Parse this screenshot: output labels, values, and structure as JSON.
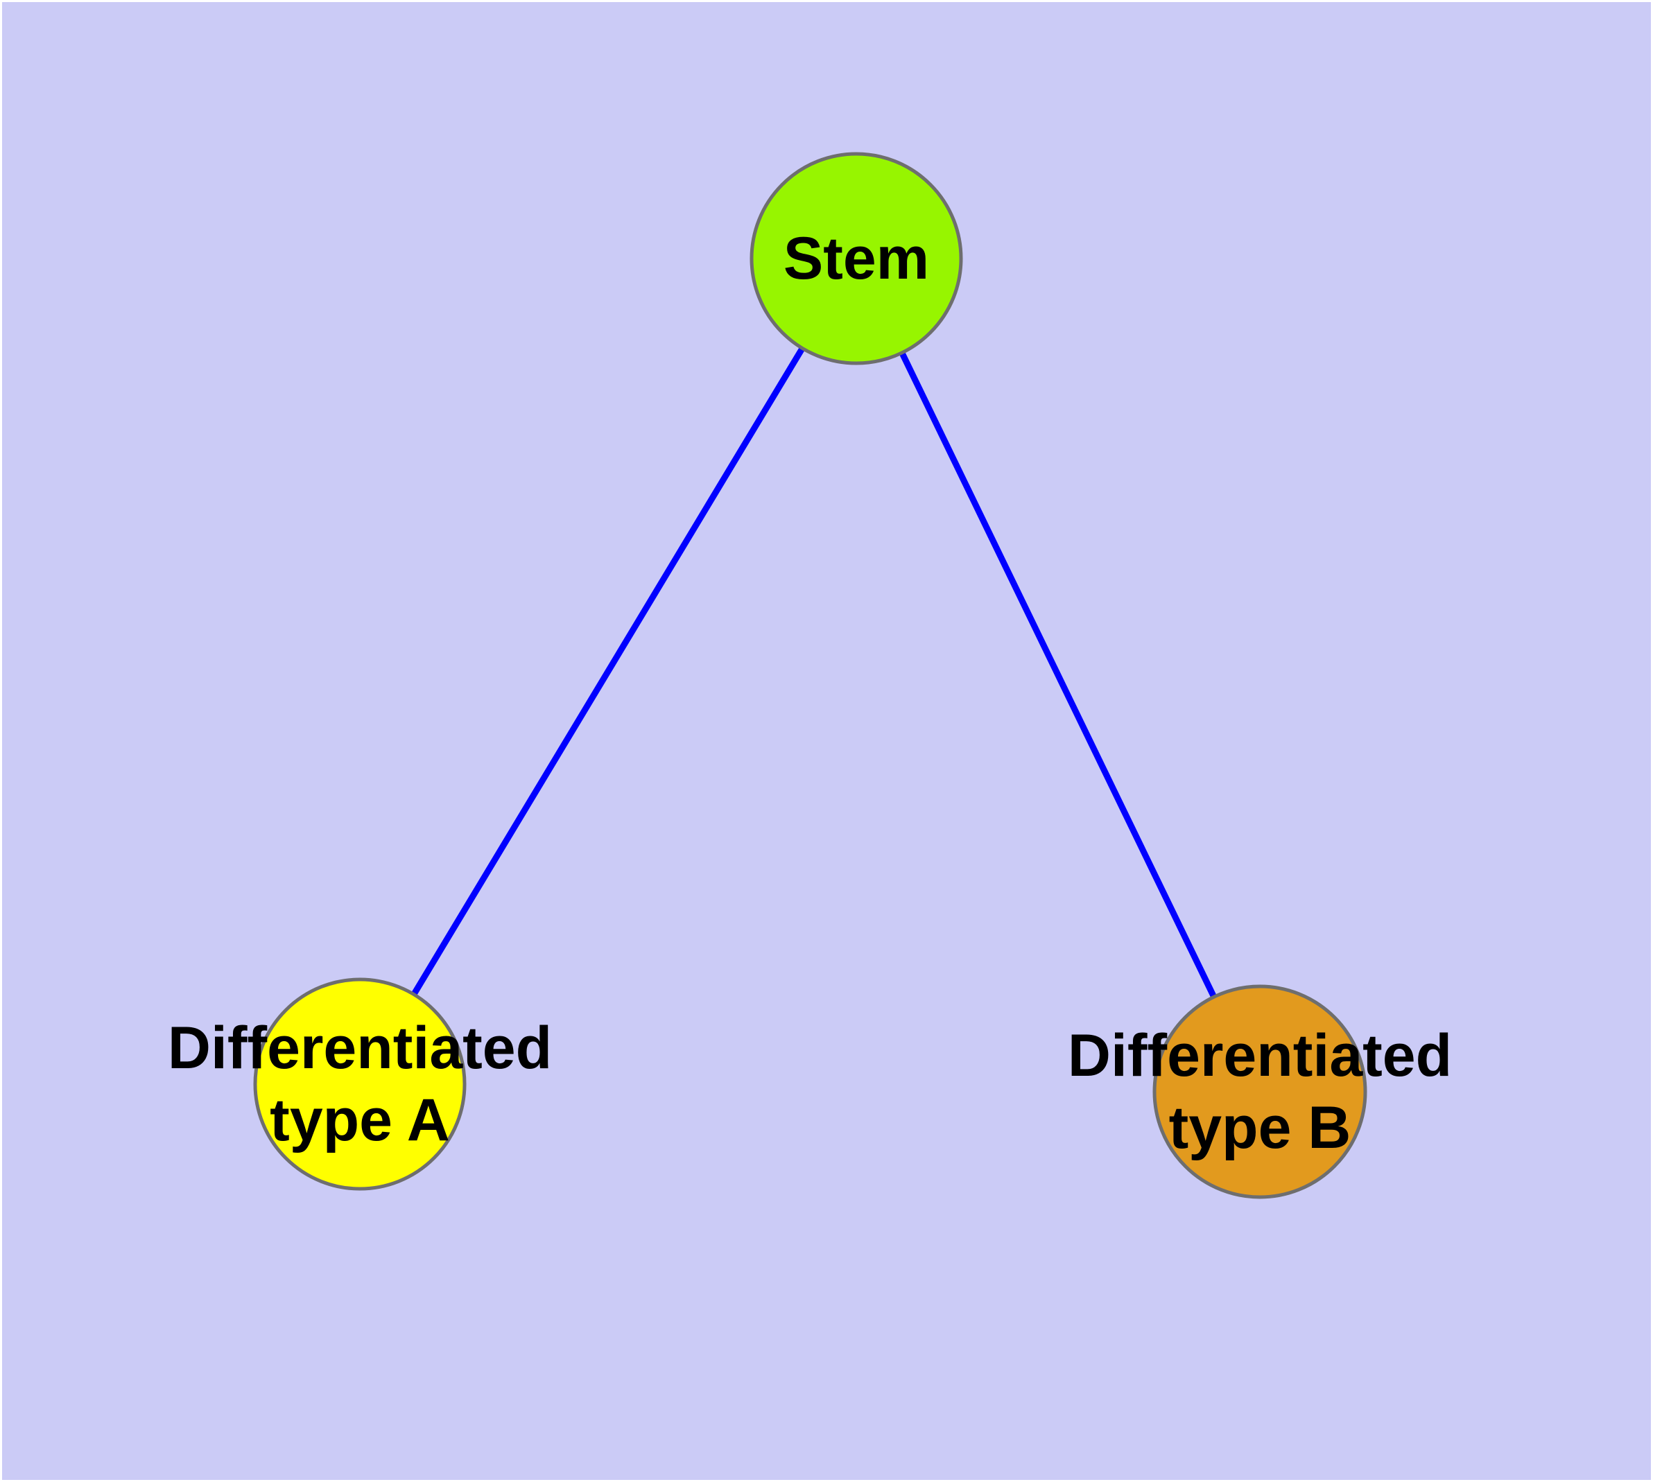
{
  "diagram": {
    "title": "",
    "background_color": "#cbcbf6",
    "frame_color": "#ffffff",
    "edge_color": "#0000ff",
    "node_border_color": "#6e6e6e",
    "label_color": "#000000",
    "nodes": [
      {
        "id": "stem",
        "label": "Stem",
        "lines": [
          "Stem"
        ],
        "fill": "#97f500"
      },
      {
        "id": "differentiated-type-a",
        "label": "Differentiated type A",
        "lines": [
          "Differentiated",
          "type A"
        ],
        "fill": "#ffff00"
      },
      {
        "id": "differentiated-type-b",
        "label": "Differentiated type B",
        "lines": [
          "Differentiated",
          "type B"
        ],
        "fill": "#e29a1e"
      }
    ],
    "edges": [
      {
        "from": "Stem",
        "to": "Differentiated type A"
      },
      {
        "from": "Stem",
        "to": "Differentiated type B"
      }
    ]
  }
}
